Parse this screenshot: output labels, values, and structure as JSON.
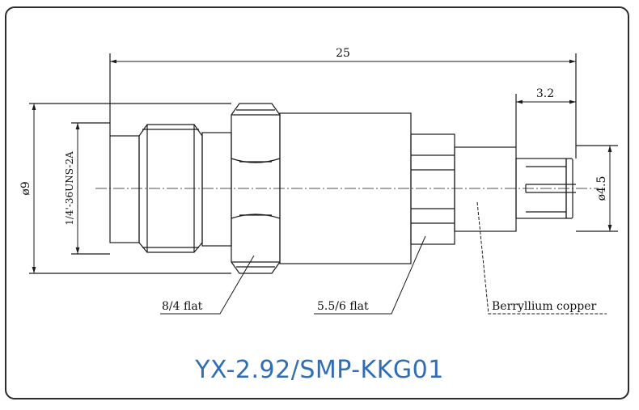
{
  "drawing": {
    "dim_overall_length": "25",
    "dim_pin_length": "3.2",
    "dim_outer_diameter": "ø9",
    "dim_thread": "1/4'-36UNS-2A",
    "dim_pin_diameter": "ø4.5",
    "label_hex_flat": "8/4 flat",
    "label_body_flat": "5.5/6 flat",
    "label_material": "Berryllium copper",
    "line_color": "#1a1a1a"
  },
  "model_title": "YX-2.92/SMP-KKG01",
  "title_color": "#2f6db4"
}
